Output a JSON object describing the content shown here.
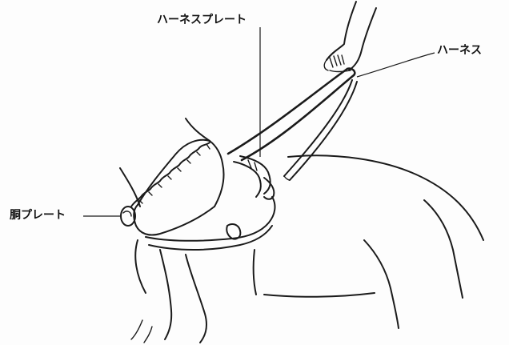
{
  "diagram": {
    "labels": {
      "harness_plate": "ハーネスプレート",
      "harness": "ハーネス",
      "neck_plate": "胴プレート"
    },
    "colors": {
      "ink": "#1b1b1b",
      "background": "#fdfdfd"
    }
  }
}
